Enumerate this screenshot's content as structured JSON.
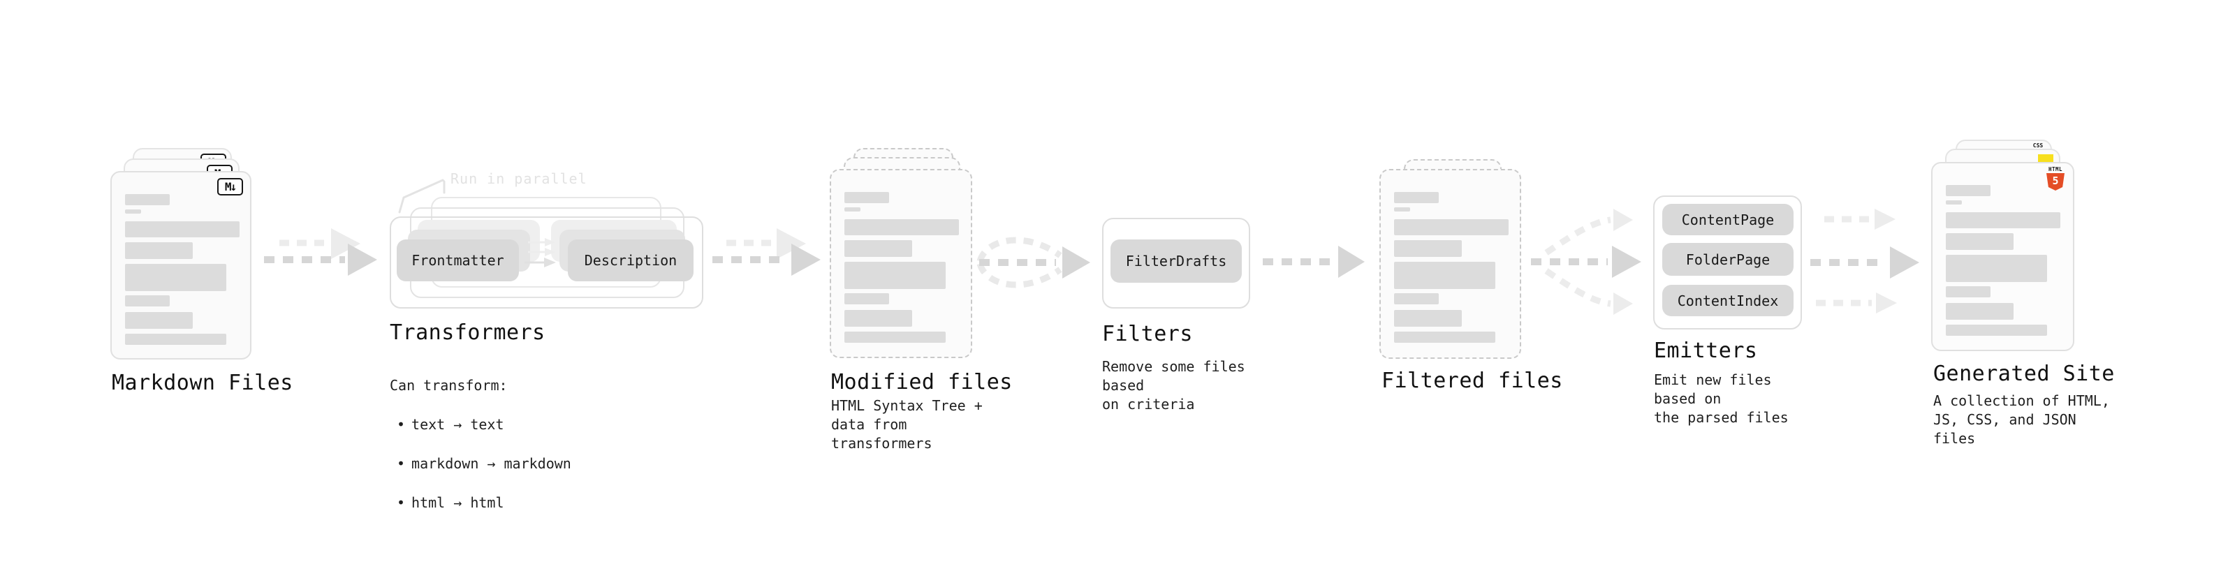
{
  "diagram": {
    "stages": {
      "markdown": {
        "label": "Markdown Files",
        "badge": "M↓"
      },
      "transformers": {
        "label": "Transformers",
        "annotation": "Run in parallel",
        "chips": [
          "Frontmatter",
          "Description"
        ],
        "desc_title": "Can transform:",
        "bullets": [
          "text → text",
          "markdown → markdown",
          "html → html"
        ]
      },
      "modified": {
        "label": "Modified files",
        "desc": "HTML Syntax Tree +\ndata from transformers"
      },
      "filters": {
        "label": "Filters",
        "chips": [
          "FilterDrafts"
        ],
        "desc": "Remove some files based\non criteria"
      },
      "filtered": {
        "label": "Filtered files"
      },
      "emitters": {
        "label": "Emitters",
        "chips": [
          "ContentPage",
          "FolderPage",
          "ContentIndex"
        ],
        "desc": "Emit new files based on\nthe parsed files"
      },
      "generated": {
        "label": "Generated Site",
        "desc": "A collection of HTML,\nJS, CSS, and JSON files",
        "badges": {
          "html_word": "HTML",
          "html_number": "5",
          "css_word": "CSS"
        }
      }
    },
    "colors": {
      "html5_orange": "#e44d26",
      "js_yellow": "#f7df1e",
      "css_blue": "#2962ff",
      "chip_gray": "#d9d9d9",
      "arrow_gray": "#d6d6d6"
    }
  }
}
